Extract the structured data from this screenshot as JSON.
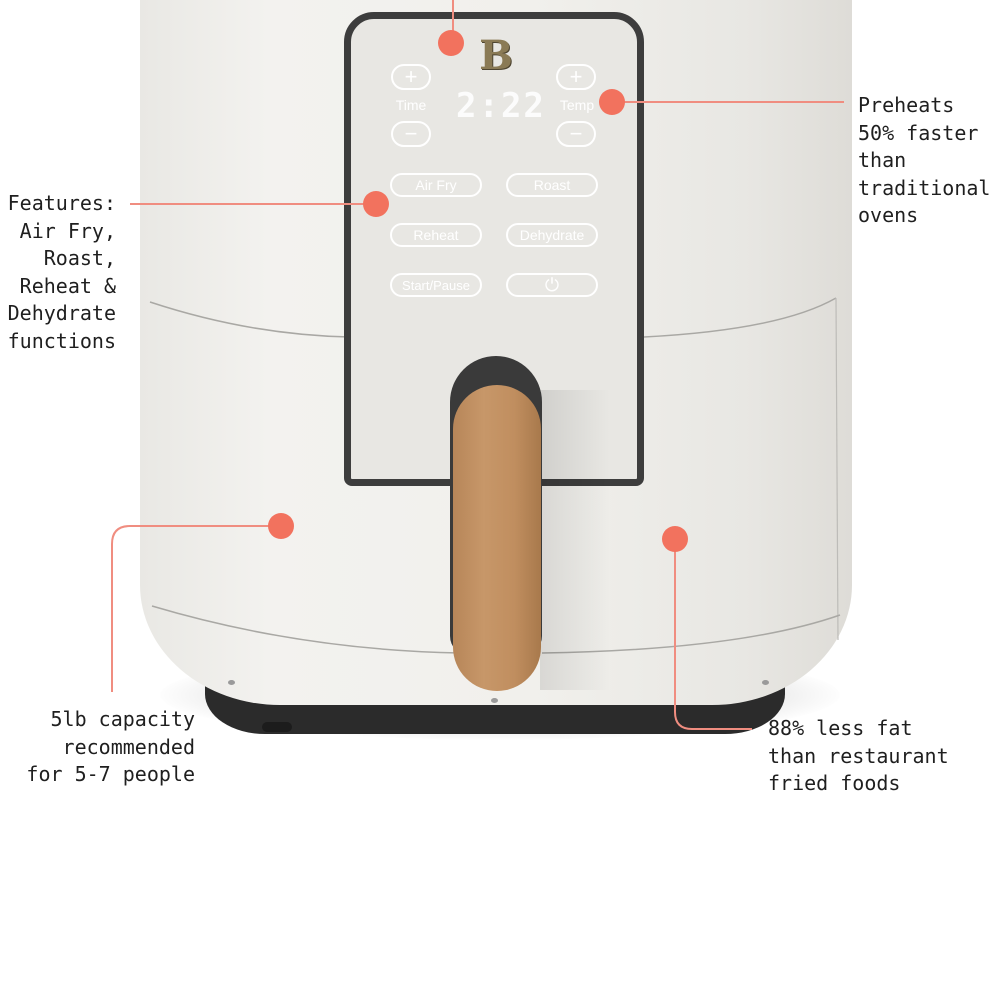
{
  "product": {
    "type": "air-fryer",
    "brand_logo": "B",
    "colors": {
      "body": "#f1f0ec",
      "panel_border": "#3d3d3d",
      "handle": "#c08e5f",
      "base": "#2b2b2b",
      "callout_accent": "#f2725e",
      "callout_text": "#1f1f1f"
    }
  },
  "control_panel": {
    "display": "2:22",
    "time_label": "Time",
    "temp_label": "Temp",
    "plus_symbol": "+",
    "minus_symbol": "−",
    "buttons": [
      {
        "label": "Air Fry"
      },
      {
        "label": "Roast"
      },
      {
        "label": "Reheat"
      },
      {
        "label": "Dehydrate"
      },
      {
        "label": "Start/Pause"
      },
      {
        "label": "⏻",
        "icon": "power-icon"
      }
    ]
  },
  "callouts": {
    "features": "Features:\n Air Fry,\n  Roast,\nReheat &\nDehydrate\nfunctions",
    "preheat": "Preheats\n50% faster\nthan\ntraditional\novens",
    "capacity": "5lb capacity\nrecommended\nfor 5-7 people",
    "fat": "88% less fat\nthan restaurant\nfried foods"
  }
}
